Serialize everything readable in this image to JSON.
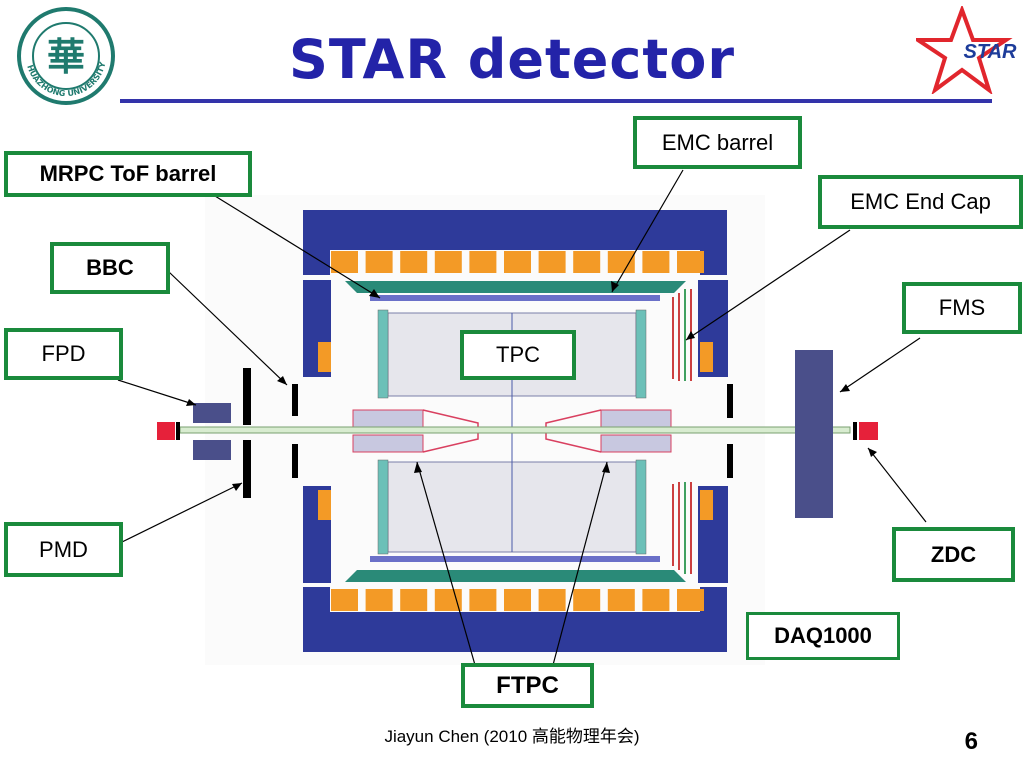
{
  "slide": {
    "title": "STAR detector",
    "footer": "Jiayun Chen (2010 高能物理年会)",
    "page_number": "6"
  },
  "logos": {
    "university_text": "HUAZHONG UNIVERSITY",
    "university_glyph": "華",
    "star_text": "STAR"
  },
  "labels": {
    "mrpc": "MRPC ToF barrel",
    "emc_barrel": "EMC barrel",
    "emc_endcap": "EMC End Cap",
    "bbc": "BBC",
    "fms": "FMS",
    "fpd": "FPD",
    "tpc": "TPC",
    "pmd": "PMD",
    "zdc": "ZDC",
    "daq": "DAQ1000",
    "ftpc": "FTPC"
  },
  "colors": {
    "title": "#2323a8",
    "label_border": "#1a8a3c",
    "magnet_blue": "#2e3a9a",
    "emc_orange": "#f39a26",
    "zdc_red": "#e6213a",
    "star_red": "#e1262d",
    "star_blue": "#1d3c9a"
  }
}
